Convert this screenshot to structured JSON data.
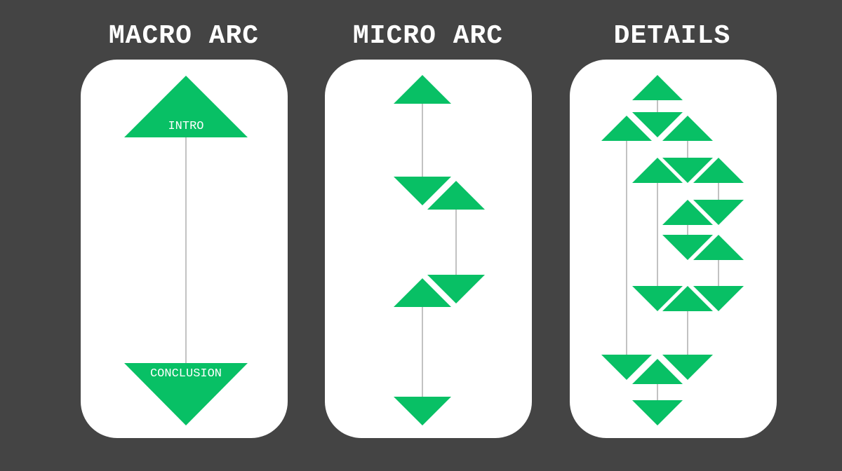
{
  "colors": {
    "background": "#444444",
    "panel": "#ffffff",
    "triangle": "#08c065",
    "connector": "#999999"
  },
  "panels": [
    {
      "title": "MACRO ARC",
      "labels": {
        "top": "INTRO",
        "bottom": "CONCLUSION"
      }
    },
    {
      "title": "MICRO ARC"
    },
    {
      "title": "DETAILS"
    }
  ]
}
